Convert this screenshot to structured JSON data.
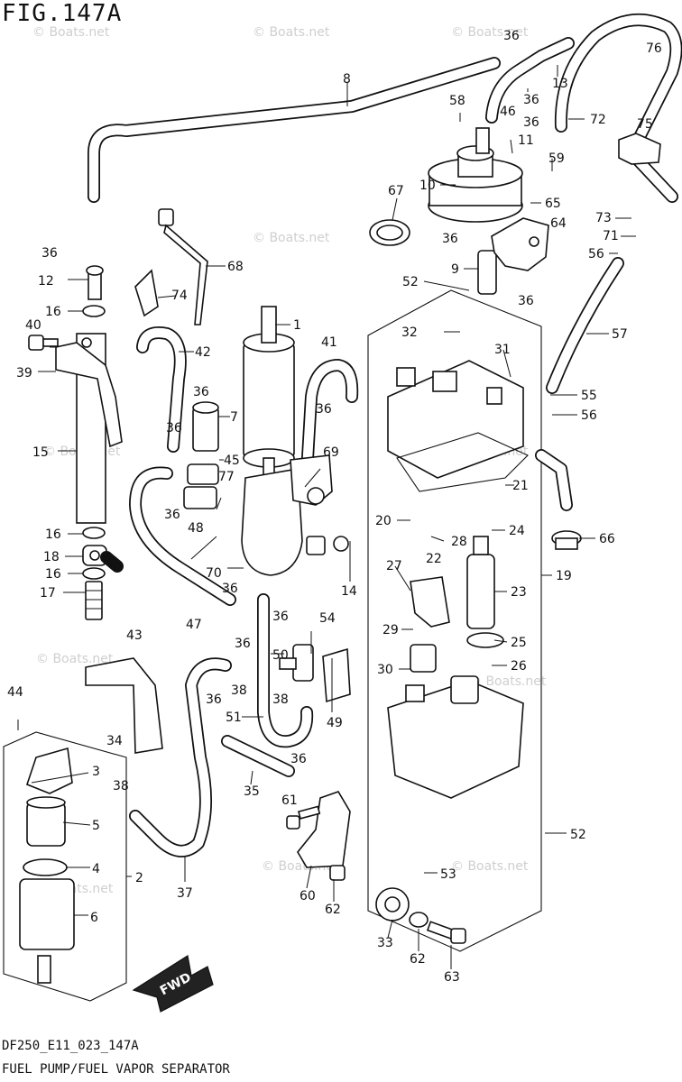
{
  "figure": {
    "title": "FIG.147A",
    "code": "DF250_E11_023_147A",
    "name": "FUEL PUMP/FUEL VAPOR SEPARATOR",
    "fwd_label": "FWD",
    "watermark": "© Boats.net"
  },
  "callouts": [
    "1",
    "2",
    "3",
    "4",
    "5",
    "6",
    "7",
    "8",
    "9",
    "10",
    "11",
    "12",
    "13",
    "14",
    "15",
    "16",
    "17",
    "18",
    "19",
    "20",
    "21",
    "22",
    "23",
    "24",
    "25",
    "26",
    "27",
    "28",
    "29",
    "30",
    "31",
    "32",
    "33",
    "34",
    "35",
    "36",
    "37",
    "38",
    "39",
    "40",
    "41",
    "42",
    "43",
    "44",
    "45",
    "46",
    "47",
    "48",
    "49",
    "50",
    "51",
    "52",
    "53",
    "54",
    "55",
    "56",
    "57",
    "58",
    "59",
    "60",
    "61",
    "62",
    "63",
    "64",
    "65",
    "66",
    "67",
    "68",
    "69",
    "70",
    "71",
    "72",
    "73",
    "74",
    "75",
    "76",
    "77"
  ]
}
